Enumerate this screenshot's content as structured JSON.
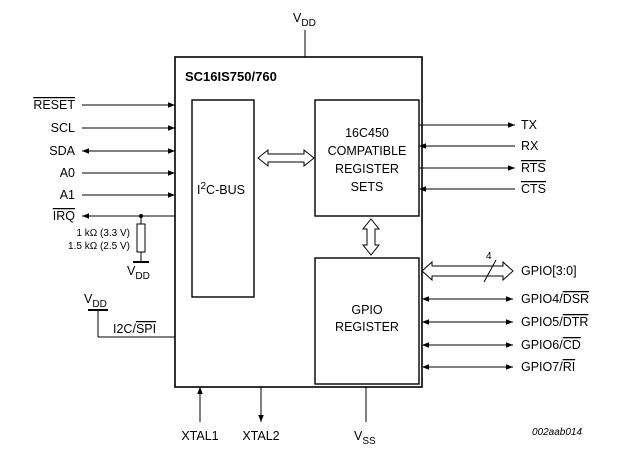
{
  "title": "SC16IS750/760",
  "power": {
    "vdd_main": "DD",
    "vss": "SS",
    "v": "V"
  },
  "left_pins": [
    {
      "name": "RESET",
      "dir": "in",
      "overline": true
    },
    {
      "name": "SCL",
      "dir": "in",
      "overline": false
    },
    {
      "name": "SDA",
      "dir": "bidir",
      "overline": false
    },
    {
      "name": "A0",
      "dir": "in",
      "overline": false
    },
    {
      "name": "A1",
      "dir": "in",
      "overline": false
    },
    {
      "name": "IRQ",
      "dir": "out",
      "overline": true
    }
  ],
  "pullup": {
    "line1": "1 kΩ (3.3 V)",
    "line2": "1.5 kΩ (2.5 V)",
    "supply_sub": "DD"
  },
  "mode_pin": {
    "prefix": "I2C/",
    "overline_part": "SPI",
    "supply_sub": "DD"
  },
  "i2c_block": {
    "prefix": "I",
    "sup": "2",
    "rest": "C-BUS"
  },
  "register_block": {
    "line1": "16C450",
    "line2": "COMPATIBLE",
    "line3": "REGISTER",
    "line4": "SETS"
  },
  "gpio_block": {
    "line1": "GPIO",
    "line2": "REGISTER"
  },
  "right_uart_pins": [
    {
      "name": "TX",
      "dir": "out",
      "overline": false
    },
    {
      "name": "RX",
      "dir": "in",
      "overline": false
    },
    {
      "name": "RTS",
      "dir": "out",
      "overline": true
    },
    {
      "name": "CTS",
      "dir": "in",
      "overline": true
    }
  ],
  "gpio_bus": {
    "label": "GPIO[3:0]",
    "width": "4"
  },
  "right_gpio_pins": [
    {
      "prefix": "GPIO4/",
      "ov": "DSR"
    },
    {
      "prefix": "GPIO5/",
      "ov": "DTR"
    },
    {
      "prefix": "GPIO6/",
      "ov": "CD"
    },
    {
      "prefix": "GPIO7/",
      "ov": "RI"
    }
  ],
  "bottom_pins": [
    {
      "name": "XTAL1",
      "dir": "in"
    },
    {
      "name": "XTAL2",
      "dir": "out"
    }
  ],
  "figure_id": "002aab014"
}
